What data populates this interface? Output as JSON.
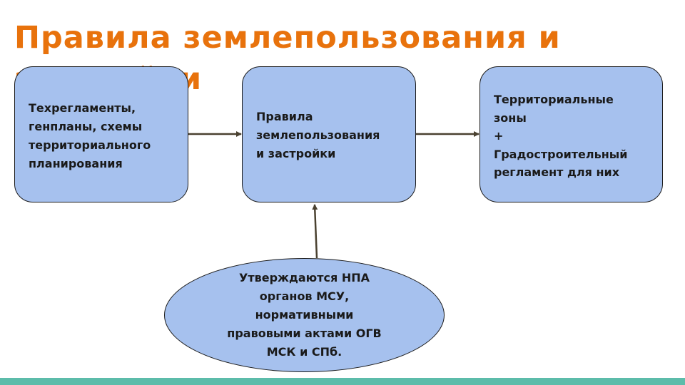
{
  "slide": {
    "title": "Правила землепользования и застройки"
  },
  "diagram": {
    "nodes": {
      "source": "Техрегламенты,\nгенпланы, схемы\nтерриториального\nпланирования",
      "rules": "Правила\nземлепользования\nи застройки",
      "zones": "Территориальные\nзоны\n+\nГрадостроительный\nрегламент для них",
      "approval": "Утверждаются НПА\nорганов МСУ,\nнормативными\nправовыми актами ОГВ\nМСК и СПб."
    },
    "edges": [
      {
        "from": "source",
        "to": "rules"
      },
      {
        "from": "rules",
        "to": "zones"
      },
      {
        "from": "approval",
        "to": "rules"
      }
    ]
  },
  "colors": {
    "title": "#E8720C",
    "node_fill": "#A6C1EE",
    "node_border": "#1a1a1a",
    "connector": "#4a4130",
    "footer_bar": "#5CBCAA"
  }
}
